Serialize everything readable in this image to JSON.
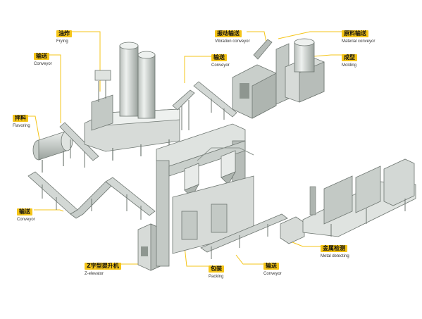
{
  "labels": {
    "frying": {
      "zh": "油炸",
      "en": "Frying"
    },
    "vibration": {
      "zh": "振动输送",
      "en": "Vibration conveyor"
    },
    "material": {
      "zh": "原料输送",
      "en": "Material conveyor"
    },
    "conveyor_top": {
      "zh": "输送",
      "en": "Conveyor"
    },
    "conveyor_mid": {
      "zh": "输送",
      "en": "Conveyor"
    },
    "molding": {
      "zh": "成型",
      "en": "Molding"
    },
    "flavoring": {
      "zh": "拌料",
      "en": "Flavoring"
    },
    "conveyor_left": {
      "zh": "输送",
      "en": "Conveyor"
    },
    "metal": {
      "zh": "金属检测",
      "en": "Metal detecting"
    },
    "z_elevator": {
      "zh": "Z字型提升机",
      "en": "Z-elevator"
    },
    "packing": {
      "zh": "包装",
      "en": "Packing"
    },
    "conveyor_bot": {
      "zh": "输送",
      "en": "Conveyor"
    }
  },
  "colors": {
    "leader": "#f5c518",
    "machine_light": "#dfe3e0",
    "machine_mid": "#c3c9c5",
    "machine_dark": "#8e9690",
    "outline": "#6f7772"
  }
}
